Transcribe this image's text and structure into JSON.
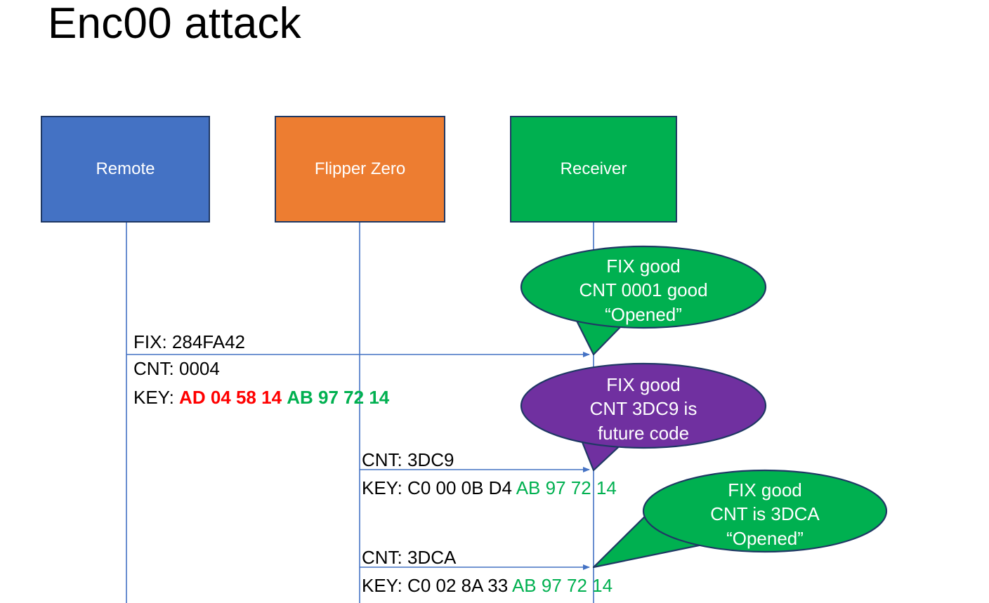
{
  "slide": {
    "title": "Enc00 attack",
    "background": "#FFFFFF"
  },
  "colors": {
    "remote_fill": "#4472C4",
    "flipper_fill": "#ED7D31",
    "receiver_fill": "#00B050",
    "bubble_green": "#00B050",
    "bubble_purple": "#7030A0",
    "outline": "#1F3864",
    "lifeline": "#4472C4",
    "key_red": "#FF0000",
    "key_green": "#00B050",
    "text_black": "#000000",
    "text_white": "#FFFFFF"
  },
  "actors": [
    {
      "id": "remote",
      "label": "Remote",
      "fill": "#4472C4"
    },
    {
      "id": "flipper",
      "label": "Flipper Zero",
      "fill": "#ED7D31"
    },
    {
      "id": "receiver",
      "label": "Receiver",
      "fill": "#00B050"
    }
  ],
  "messages": [
    {
      "id": "msg1",
      "from": "remote",
      "to": "receiver",
      "lines": [
        {
          "segments": [
            {
              "text": "FIX: 284FA42",
              "style": "black"
            }
          ]
        }
      ]
    },
    {
      "id": "msg1b",
      "from": "remote",
      "to": "receiver",
      "lines": [
        {
          "segments": [
            {
              "text": "CNT: 0004",
              "style": "black"
            }
          ]
        },
        {
          "segments": [
            {
              "text": "KEY: ",
              "style": "black"
            },
            {
              "text": "AD 04 58 14",
              "style": "red-bold"
            },
            {
              "text": " ",
              "style": "black"
            },
            {
              "text": "AB 97 72 14",
              "style": "green-bold"
            }
          ]
        }
      ]
    },
    {
      "id": "msg2",
      "from": "flipper",
      "to": "receiver",
      "lines": [
        {
          "segments": [
            {
              "text": "CNT: 3DC9",
              "style": "black"
            }
          ]
        },
        {
          "segments": [
            {
              "text": "KEY: C0 00 0B D4 ",
              "style": "black"
            },
            {
              "text": "AB 97 72 14",
              "style": "green"
            }
          ]
        }
      ]
    },
    {
      "id": "msg3",
      "from": "flipper",
      "to": "receiver",
      "lines": [
        {
          "segments": [
            {
              "text": "CNT: 3DCA",
              "style": "black"
            }
          ]
        },
        {
          "segments": [
            {
              "text": "KEY: C0 02 8A 33 ",
              "style": "black"
            },
            {
              "text": "AB 97 72 14",
              "style": "green"
            }
          ]
        }
      ]
    }
  ],
  "text_blocks": {
    "fix_line": "FIX: 284FA42",
    "cnt_0004": "CNT: 0004",
    "key1_prefix": "KEY: ",
    "key1_red": "AD 04 58 14",
    "key1_green": "AB 97 72 14",
    "cnt_3dc9": "CNT: 3DC9",
    "key2_prefix": "KEY: C0 00 0B D4 ",
    "key2_green": "AB 97 72 14",
    "cnt_3dca": "CNT: 3DCA",
    "key3_prefix": "KEY: C0 02 8A 33 ",
    "key3_green": "AB 97 72 14"
  },
  "callouts": [
    {
      "id": "callout-1",
      "color": "#00B050",
      "lines": [
        "FIX good",
        "CNT 0001 good",
        "“Opened”"
      ]
    },
    {
      "id": "callout-2",
      "color": "#7030A0",
      "lines": [
        "FIX good",
        "CNT 3DC9 is",
        "future code"
      ]
    },
    {
      "id": "callout-3",
      "color": "#00B050",
      "lines": [
        "FIX good",
        "CNT is 3DCA",
        "“Opened”"
      ]
    }
  ]
}
